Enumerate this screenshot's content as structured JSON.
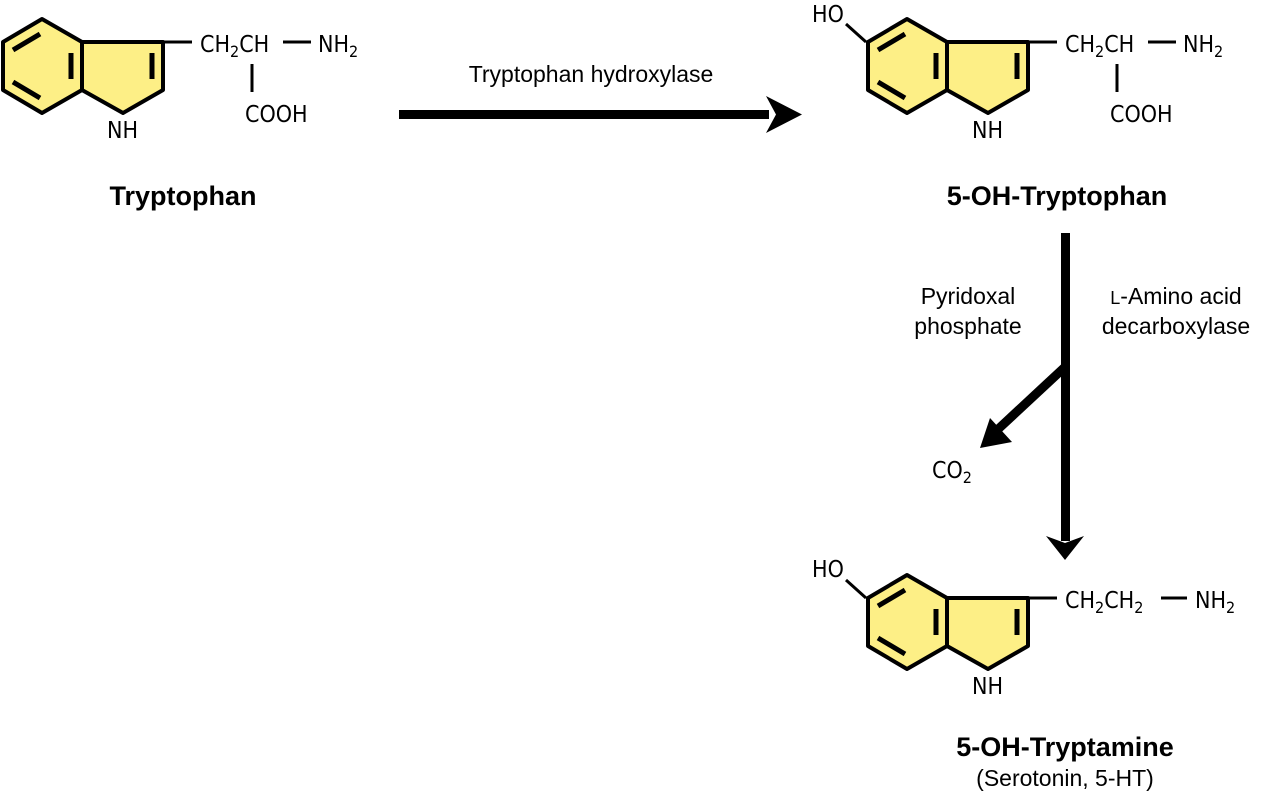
{
  "title": "Serotonin biosynthesis",
  "colors": {
    "ring_fill": "#fdef86",
    "ink": "#000000"
  },
  "compounds": {
    "tryptophan": {
      "name": "Tryptophan",
      "ring_nh": "NH",
      "side_chain_a": "CH",
      "side_chain_a_sub": "2",
      "side_chain_b": "CH",
      "amine": "NH",
      "amine_sub": "2",
      "carboxyl": "COOH"
    },
    "oh_tryptophan": {
      "name": "5-OH-Tryptophan",
      "hydroxyl": "HO",
      "ring_nh": "NH",
      "side_chain_a": "CH",
      "side_chain_a_sub": "2",
      "side_chain_b": "CH",
      "amine": "NH",
      "amine_sub": "2",
      "carboxyl": "COOH"
    },
    "serotonin": {
      "name": "5-OH-Tryptamine",
      "alias": "(Serotonin, 5-HT)",
      "hydroxyl": "HO",
      "ring_nh": "NH",
      "side_chain_a": "CH",
      "side_chain_a_sub": "2",
      "side_chain_b": "CH",
      "side_chain_b_sub": "2",
      "amine": "NH",
      "amine_sub": "2"
    }
  },
  "reactions": {
    "step1": {
      "enzyme": "Tryptophan hydroxylase"
    },
    "step2": {
      "cofactor_line1": "Pyridoxal",
      "cofactor_line2": "phosphate",
      "enzyme_line1_prefix": "L",
      "enzyme_line1_rest": "-Amino acid",
      "enzyme_line2": "decarboxylase",
      "byproduct": "CO",
      "byproduct_sub": "2"
    }
  }
}
